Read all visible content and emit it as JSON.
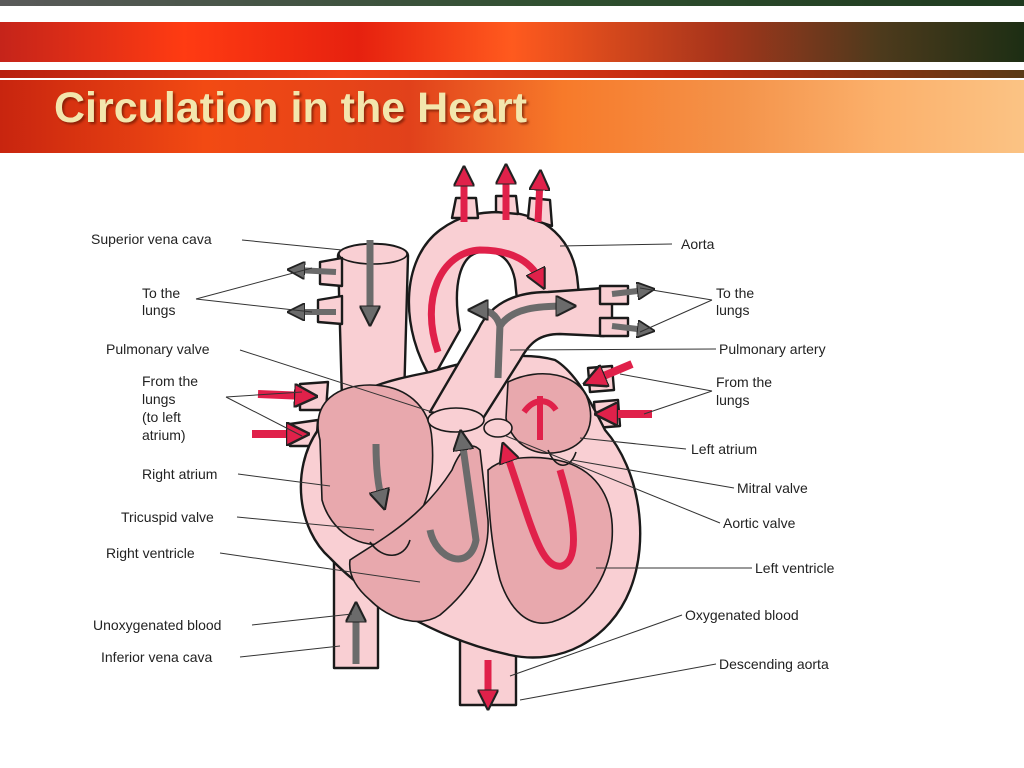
{
  "slide": {
    "title": "Circulation in the Heart"
  },
  "colors": {
    "title_text": "#f3e6ad",
    "tissue": "#f9cfd3",
    "chamber": "#e8a8ad",
    "oxygenated_arrow": "#e0214a",
    "unoxygenated_arrow": "#6b6b6b",
    "outline": "#1a1a1a"
  },
  "labels": {
    "superior_vena_cava": "Superior vena cava",
    "to_lungs_left": [
      "To the",
      "lungs"
    ],
    "pulmonary_valve": "Pulmonary valve",
    "from_lungs_left": [
      "From the",
      "lungs",
      "(to left",
      "atrium)"
    ],
    "right_atrium": "Right atrium",
    "tricuspid_valve": "Tricuspid valve",
    "right_ventricle": "Right ventricle",
    "unoxygenated_blood": "Unoxygenated blood",
    "inferior_vena_cava": "Inferior vena cava",
    "aorta": "Aorta",
    "to_lungs_right": [
      "To the",
      "lungs"
    ],
    "pulmonary_artery": "Pulmonary artery",
    "from_lungs_right": [
      "From the",
      "lungs"
    ],
    "left_atrium": "Left atrium",
    "mitral_valve": "Mitral valve",
    "aortic_valve": "Aortic valve",
    "left_ventricle": "Left ventricle",
    "oxygenated_blood": "Oxygenated blood",
    "descending_aorta": "Descending aorta"
  }
}
